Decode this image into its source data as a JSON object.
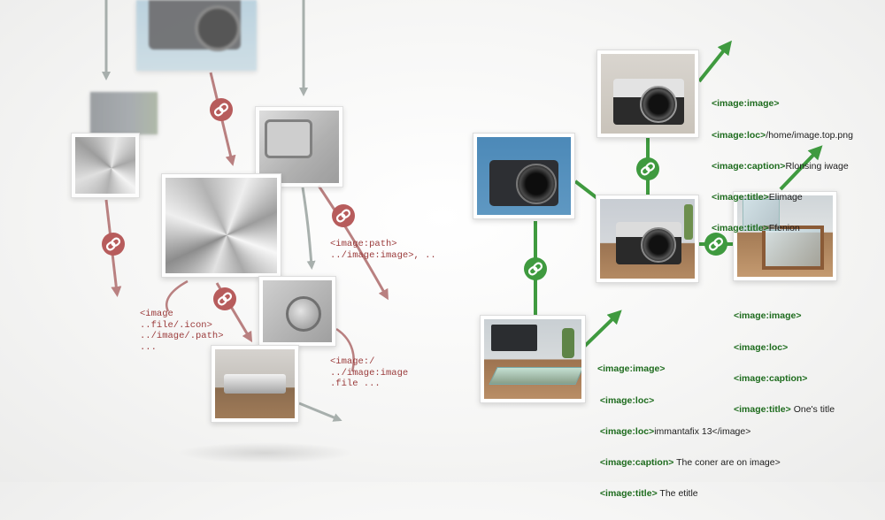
{
  "colors": {
    "red": "#b75c5c",
    "green": "#3f9a3f",
    "gray": "#9aa3a0"
  },
  "left_labels": [
    {
      "lines": [
        "<image",
        "..file/.icon>",
        "../image/.path>",
        "..."
      ]
    },
    {
      "lines": [
        "<image:path>",
        "../image:image>, .."
      ]
    },
    {
      "lines": [
        "<image:/",
        "../image:image",
        ".file ..."
      ]
    }
  ],
  "right_labels": {
    "top": [
      {
        "tag": "<image:image>",
        "text": ""
      },
      {
        "tag": "<image:loc>",
        "text": "/home/image.top.png"
      },
      {
        "tag": "<image:caption>",
        "text": "Rlonsing iwage"
      },
      {
        "tag": "<image:title>",
        "text": "Elimage"
      },
      {
        "tag": "<image:title>",
        "text": "Ffenion"
      }
    ],
    "right": [
      {
        "tag": "<image:image>",
        "text": ""
      },
      {
        "tag": "<image:loc>",
        "text": ""
      },
      {
        "tag": "<image:caption>",
        "text": ""
      },
      {
        "tag": "<image:title>",
        "text": " One's title"
      }
    ],
    "bottom": [
      {
        "tag": "<image:image>",
        "text": ""
      },
      {
        "tag": "<image:loc>",
        "text": ""
      },
      {
        "tag": "<image:loc>",
        "text": "immantafix 13</image>"
      },
      {
        "tag": "<image:caption>",
        "text": " The coner are on image>"
      },
      {
        "tag": "<image:title>",
        "text": " The etitle"
      }
    ]
  },
  "icons": [
    "link-icon",
    "camera-photo",
    "metal-texture-photo",
    "glass-tray-photo"
  ]
}
